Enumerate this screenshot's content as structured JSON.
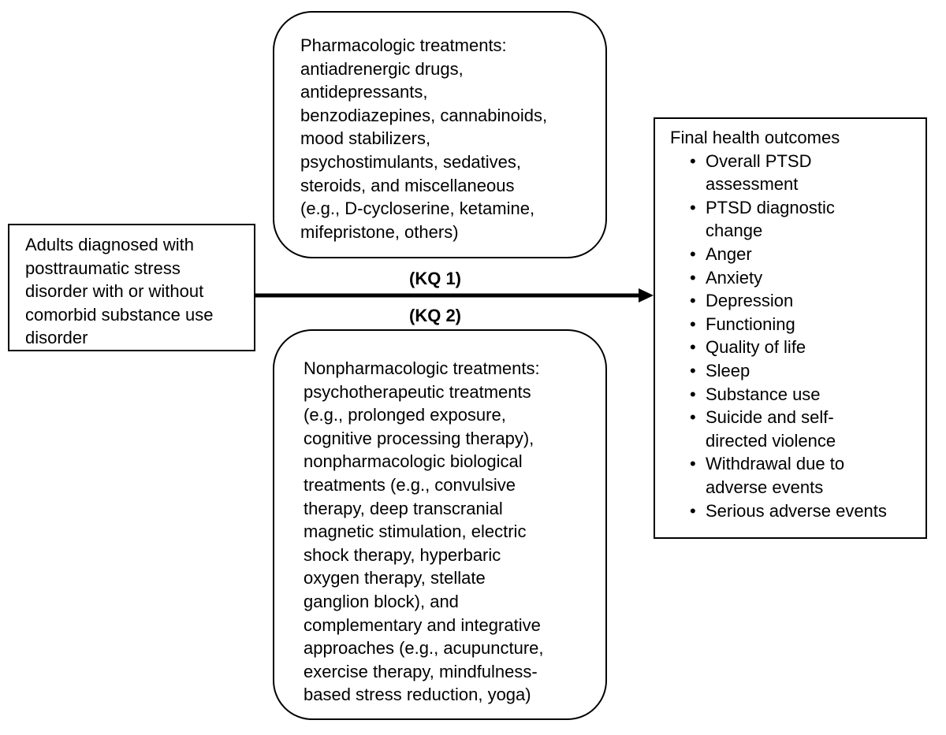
{
  "population": {
    "lines": [
      "Adults diagnosed with",
      "posttraumatic stress",
      "disorder with or without",
      "comorbid substance use",
      "disorder"
    ]
  },
  "pharmacologic": {
    "lines": [
      "Pharmacologic treatments:",
      "antiadrenergic drugs,",
      "antidepressants,",
      "benzodiazepines, cannabinoids,",
      "mood stabilizers,",
      "psychostimulants, sedatives,",
      "steroids, and miscellaneous",
      "(e.g., D-cycloserine, ketamine,",
      "mifepristone, others)"
    ]
  },
  "nonpharmacologic": {
    "lines": [
      "Nonpharmacologic treatments:",
      "psychotherapeutic treatments",
      "(e.g., prolonged exposure,",
      "cognitive processing therapy),",
      "nonpharmacologic biological",
      "treatments (e.g., convulsive",
      "therapy, deep transcranial",
      "magnetic stimulation, electric",
      "shock therapy, hyperbaric",
      "oxygen therapy, stellate",
      "ganglion block), and",
      "complementary and integrative",
      "approaches (e.g., acupuncture,",
      "exercise therapy, mindfulness-",
      "based stress reduction, yoga)"
    ]
  },
  "kq1": "(KQ 1)",
  "kq2": "(KQ 2)",
  "outcomes": {
    "title": "Final health outcomes",
    "bullet": "•",
    "items": [
      [
        "Overall PTSD",
        "assessment"
      ],
      [
        "PTSD diagnostic",
        "change"
      ],
      [
        "Anger"
      ],
      [
        "Anxiety"
      ],
      [
        "Depression"
      ],
      [
        "Functioning"
      ],
      [
        "Quality of life"
      ],
      [
        "Sleep"
      ],
      [
        "Substance use"
      ],
      [
        "Suicide and self-",
        "directed violence"
      ],
      [
        "Withdrawal due to",
        "adverse events"
      ],
      [
        "Serious adverse events"
      ]
    ]
  }
}
